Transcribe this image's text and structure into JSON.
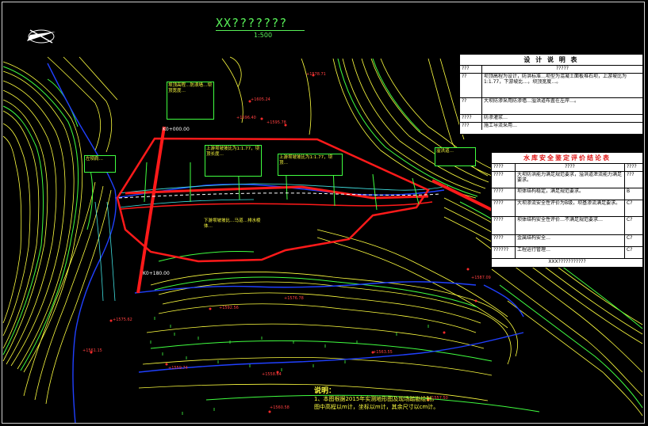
{
  "drawing": {
    "title": "XX???????",
    "scale": "1:500",
    "compass_icon": "north-arrow-icon"
  },
  "design_table": {
    "heading": "设 计 说 明 表",
    "header": [
      "???",
      "?????"
    ],
    "rows": [
      {
        "id": "??",
        "text": "坝顶高程为设计，防洪标准…坝型为混凝土面板堆石坝，上游坡比为1:1.77，下游坡比…，坝顶宽度…。"
      },
      {
        "id": "??",
        "text": "大坝防渗采用防渗墙…溢洪道布置在左岸…。"
      },
      {
        "id": "????",
        "text": "防渗灌浆…"
      },
      {
        "id": "???",
        "text": "施工导流采用…"
      }
    ]
  },
  "safety_table": {
    "heading": "水库安全鉴定评价结论表",
    "header": [
      "????",
      "????",
      "????"
    ],
    "rows": [
      {
        "id": "????",
        "text": "大坝防洪能力满足规范要求，溢洪道泄流能力满足要求。",
        "grade": "???"
      },
      {
        "id": "????",
        "text": "坝体结构稳定，满足规范要求。",
        "grade": "B"
      },
      {
        "id": "????",
        "text": "大坝渗流安全性评价为B级，坝基渗流满足要求。",
        "grade": "C?"
      },
      {
        "id": "????",
        "text": "坝体结构安全性评价…不满足规范要求…",
        "grade": "C?"
      },
      {
        "id": "????",
        "text": "金属结构安全…",
        "grade": "C?"
      },
      {
        "id": "??????",
        "text": "工程运行管理…",
        "grade": "C?"
      }
    ],
    "footer": "XXX???????????"
  },
  "callouts": [
    {
      "id": "c1",
      "text": "坝顶高程…防浪墙…坝顶宽度…"
    },
    {
      "id": "c2",
      "text": "上游坝坡坡比为1:1.77，坝顶长度…"
    },
    {
      "id": "c3",
      "text": "上游坝坡坡比为1:1.77，坝顶…"
    },
    {
      "id": "c4",
      "text": "下游坝坡坡比…马道…排水棱体…"
    },
    {
      "id": "c5",
      "text": "溢洪道…"
    },
    {
      "id": "c6",
      "text": "左坝肩…"
    }
  ],
  "stations": [
    {
      "id": "s1",
      "text": "K0+000.00"
    },
    {
      "id": "s2",
      "text": "K0+180.00"
    }
  ],
  "labels": [
    {
      "id": "l1",
      "text": "+1605.24"
    },
    {
      "id": "l2",
      "text": "+1596.40"
    },
    {
      "id": "l3",
      "text": "+1595.78"
    },
    {
      "id": "l4",
      "text": "+1578.71"
    },
    {
      "id": "l5",
      "text": "+1587.09"
    },
    {
      "id": "l6",
      "text": "+1592.56"
    },
    {
      "id": "l7",
      "text": "+1575.62"
    },
    {
      "id": "l8",
      "text": "+1576.78"
    },
    {
      "id": "l9",
      "text": "+1561.15"
    },
    {
      "id": "l10",
      "text": "+1559.74"
    },
    {
      "id": "l11",
      "text": "+1558.64"
    },
    {
      "id": "l12",
      "text": "+1563.55"
    },
    {
      "id": "l13",
      "text": "+1560.58"
    },
    {
      "id": "l14",
      "text": "+1557.50"
    }
  ],
  "note": {
    "title": "说明：",
    "text": "1、本图根据2015年实测地形图及现场踏勘绘制，图中高程以m计，坐标以m计，其余尺寸以cm计。"
  },
  "colors": {
    "background": "#000000",
    "contour_yellow": "#ffff40",
    "contour_green": "#40ff40",
    "dam_red": "#ff1a1a",
    "river_blue": "#2040ff",
    "cyan": "#40e0e0"
  }
}
